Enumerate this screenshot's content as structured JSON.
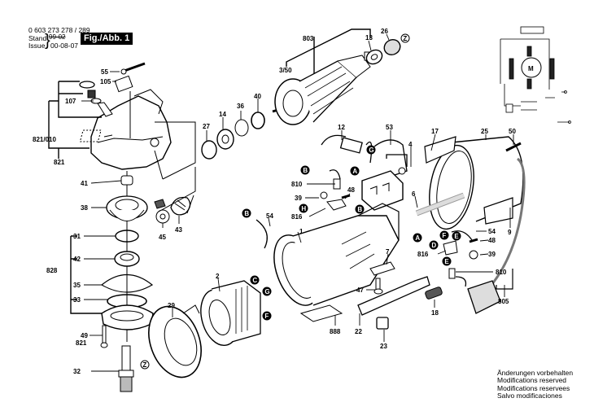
{
  "header": {
    "document_number": "0 603 273 278 / 289",
    "stand_label": "Stand",
    "issue_label": "Issue",
    "stand_value": "99-02",
    "issue_value": "00-08-07",
    "figure_label": "Fig./Abb. 1"
  },
  "notes": [
    "Änderungen vorbehalten",
    "Modifications reserved",
    "Modifications reservees",
    "Salvo modificaciones"
  ],
  "circuit": {
    "motor_symbol": "M"
  },
  "parts": [
    {
      "id": "55",
      "text": "55"
    },
    {
      "id": "105",
      "text": "105"
    },
    {
      "id": "107",
      "text": "107"
    },
    {
      "id": "821-010",
      "text": "821/010"
    },
    {
      "id": "821a",
      "text": "821"
    },
    {
      "id": "41",
      "text": "41"
    },
    {
      "id": "38",
      "text": "38"
    },
    {
      "id": "45",
      "text": "45"
    },
    {
      "id": "43",
      "text": "43"
    },
    {
      "id": "31",
      "text": "31"
    },
    {
      "id": "42",
      "text": "42"
    },
    {
      "id": "828",
      "text": "828"
    },
    {
      "id": "35",
      "text": "35"
    },
    {
      "id": "33",
      "text": "33"
    },
    {
      "id": "49",
      "text": "49"
    },
    {
      "id": "821b",
      "text": "821"
    },
    {
      "id": "32",
      "text": "32"
    },
    {
      "id": "29",
      "text": "29"
    },
    {
      "id": "27",
      "text": "27"
    },
    {
      "id": "14",
      "text": "14"
    },
    {
      "id": "36",
      "text": "36"
    },
    {
      "id": "40",
      "text": "40"
    },
    {
      "id": "803",
      "text": "803"
    },
    {
      "id": "3-50",
      "text": "3/50"
    },
    {
      "id": "13",
      "text": "13"
    },
    {
      "id": "26",
      "text": "26"
    },
    {
      "id": "12",
      "text": "12"
    },
    {
      "id": "53",
      "text": "53"
    },
    {
      "id": "4",
      "text": "4"
    },
    {
      "id": "17",
      "text": "17"
    },
    {
      "id": "25",
      "text": "25"
    },
    {
      "id": "50",
      "text": "50"
    },
    {
      "id": "810a",
      "text": "810"
    },
    {
      "id": "39a",
      "text": "39"
    },
    {
      "id": "48a",
      "text": "48"
    },
    {
      "id": "816a",
      "text": "816"
    },
    {
      "id": "6",
      "text": "6"
    },
    {
      "id": "9",
      "text": "9"
    },
    {
      "id": "54a",
      "text": "54"
    },
    {
      "id": "1",
      "text": "1"
    },
    {
      "id": "2",
      "text": "2"
    },
    {
      "id": "54b",
      "text": "54"
    },
    {
      "id": "48b",
      "text": "48"
    },
    {
      "id": "816b",
      "text": "816"
    },
    {
      "id": "39b",
      "text": "39"
    },
    {
      "id": "810b",
      "text": "810"
    },
    {
      "id": "7",
      "text": "7"
    },
    {
      "id": "47",
      "text": "47"
    },
    {
      "id": "18",
      "text": "18"
    },
    {
      "id": "805",
      "text": "805"
    },
    {
      "id": "888",
      "text": "888"
    },
    {
      "id": "22",
      "text": "22"
    },
    {
      "id": "23",
      "text": "23"
    }
  ],
  "markers": [
    {
      "id": "Z1",
      "text": "Z"
    },
    {
      "id": "Z2",
      "text": "Z"
    },
    {
      "id": "G1",
      "text": "G"
    },
    {
      "id": "G2",
      "text": "G"
    },
    {
      "id": "A1",
      "text": "A"
    },
    {
      "id": "A2",
      "text": "A"
    },
    {
      "id": "B1",
      "text": "B"
    },
    {
      "id": "B2",
      "text": "B"
    },
    {
      "id": "B3",
      "text": "B"
    },
    {
      "id": "H",
      "text": "H"
    },
    {
      "id": "C",
      "text": "C"
    },
    {
      "id": "F1",
      "text": "F"
    },
    {
      "id": "F2",
      "text": "F"
    },
    {
      "id": "D",
      "text": "D"
    },
    {
      "id": "E1",
      "text": "E"
    },
    {
      "id": "E2",
      "text": "E"
    }
  ]
}
